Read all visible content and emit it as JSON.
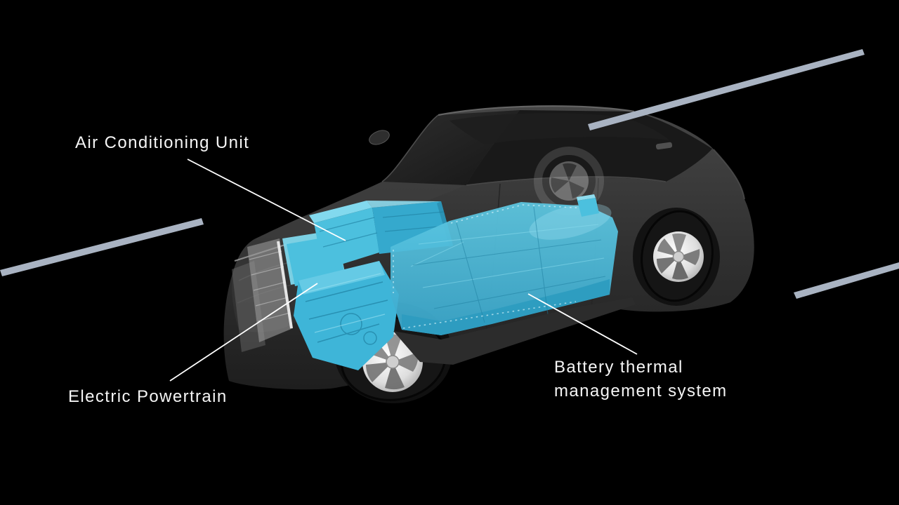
{
  "diagram": {
    "subject": "electric vehicle cutaway",
    "background_color": "#000000",
    "highlight_color": "#45bbdc",
    "car_color": "#323232",
    "streak_color": "#a9b3c2",
    "label_color": "#f5f5f5",
    "leader_line_color": "#ffffff",
    "callouts": [
      {
        "id": "air-conditioning-unit",
        "label": "Air Conditioning Unit"
      },
      {
        "id": "electric-powertrain",
        "label": "Electric Powertrain"
      },
      {
        "id": "battery-thermal-management",
        "label_line1": "Battery thermal",
        "label_line2": "management system"
      }
    ]
  }
}
